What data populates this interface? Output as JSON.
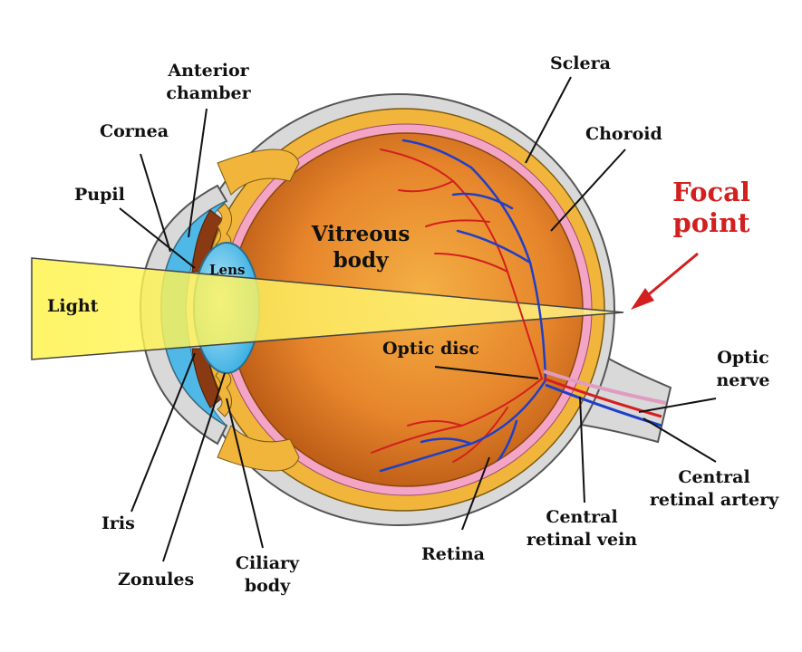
{
  "labels": {
    "anterior_chamber": [
      "Anterior",
      "chamber"
    ],
    "cornea": "Cornea",
    "pupil": "Pupil",
    "lens": "Lens",
    "light": "Light",
    "vitreous_body": [
      "Vitreous",
      "body"
    ],
    "sclera": "Sclera",
    "choroid": "Choroid",
    "focal_point": [
      "Focal",
      "point"
    ],
    "optic_disc": "Optic disc",
    "optic_nerve": [
      "Optic",
      "nerve"
    ],
    "central_retinal_artery": [
      "Central",
      "retinal artery"
    ],
    "central_retinal_vein": [
      "Central",
      "retinal vein"
    ],
    "retina": "Retina",
    "ciliary_body": [
      "Ciliary",
      "body"
    ],
    "zonules": "Zonules",
    "iris": "Iris"
  },
  "colors": {
    "sclera": "#d9d9d9",
    "choroid": "#f2b53c",
    "retina": "#f4a4c4",
    "vitreous": "#e07a25",
    "lens": "#4fb8e6",
    "light_beam": "#fff14a",
    "artery": "#d41f1f",
    "vein": "#1f3fc8",
    "focal_label": "#d41f1f",
    "outline": "#222222"
  }
}
